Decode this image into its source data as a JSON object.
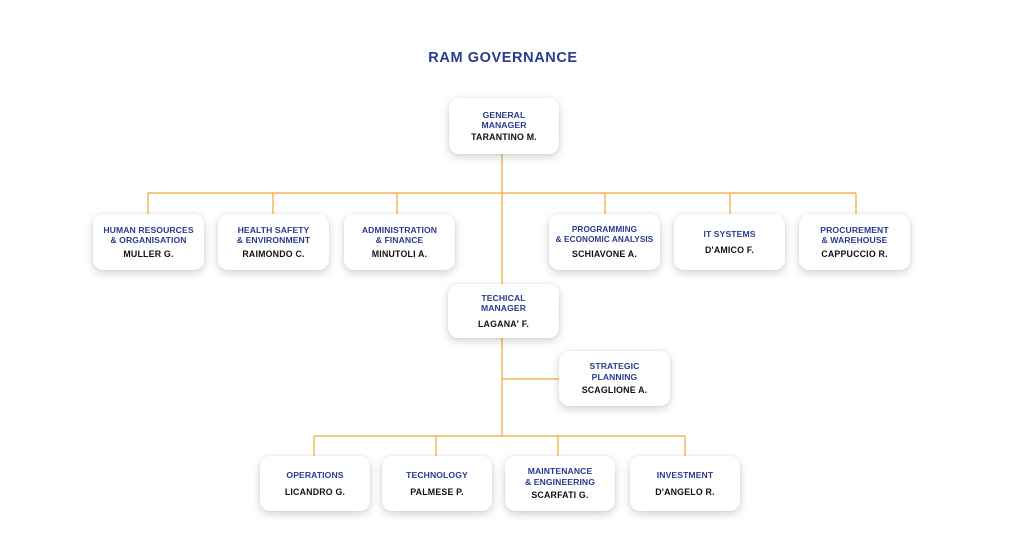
{
  "title": "RAM GOVERNANCE",
  "colors": {
    "title": "#2a3a8f",
    "role": "#2a3a8f",
    "name": "#111111",
    "connector": "#f2a833"
  },
  "nodes": {
    "general_manager": {
      "role": "GENERAL\nMANAGER",
      "name": "TARANTINO M."
    },
    "human_resources": {
      "role": "HUMAN RESOURCES\n& ORGANISATION",
      "name": "MULLER G."
    },
    "health_safety": {
      "role": "HEALTH SAFETY\n& ENVIRONMENT",
      "name": "RAIMONDO C."
    },
    "administration": {
      "role": "ADMINISTRATION\n& FINANCE",
      "name": "MINUTOLI A."
    },
    "programming": {
      "role": "PROGRAMMING\n& ECONOMIC ANALYSIS",
      "name": "SCHIAVONE A."
    },
    "it_systems": {
      "role": "IT SYSTEMS",
      "name": "D'AMICO F."
    },
    "procurement": {
      "role": "PROCUREMENT\n& WAREHOUSE",
      "name": "CAPPUCCIO R."
    },
    "technical_manager": {
      "role": "TECHICAL\nMANAGER",
      "name": "LAGANA' F."
    },
    "strategic_planning": {
      "role": "STRATEGIC\nPLANNING",
      "name": "SCAGLIONE A."
    },
    "operations": {
      "role": "OPERATIONS",
      "name": "LICANDRO G."
    },
    "technology": {
      "role": "TECHNOLOGY",
      "name": "PALMESE P."
    },
    "maintenance": {
      "role": "MAINTENANCE\n& ENGINEERING",
      "name": "SCARFATI G."
    },
    "investment": {
      "role": "INVESTMENT",
      "name": "D'ANGELO R."
    }
  }
}
